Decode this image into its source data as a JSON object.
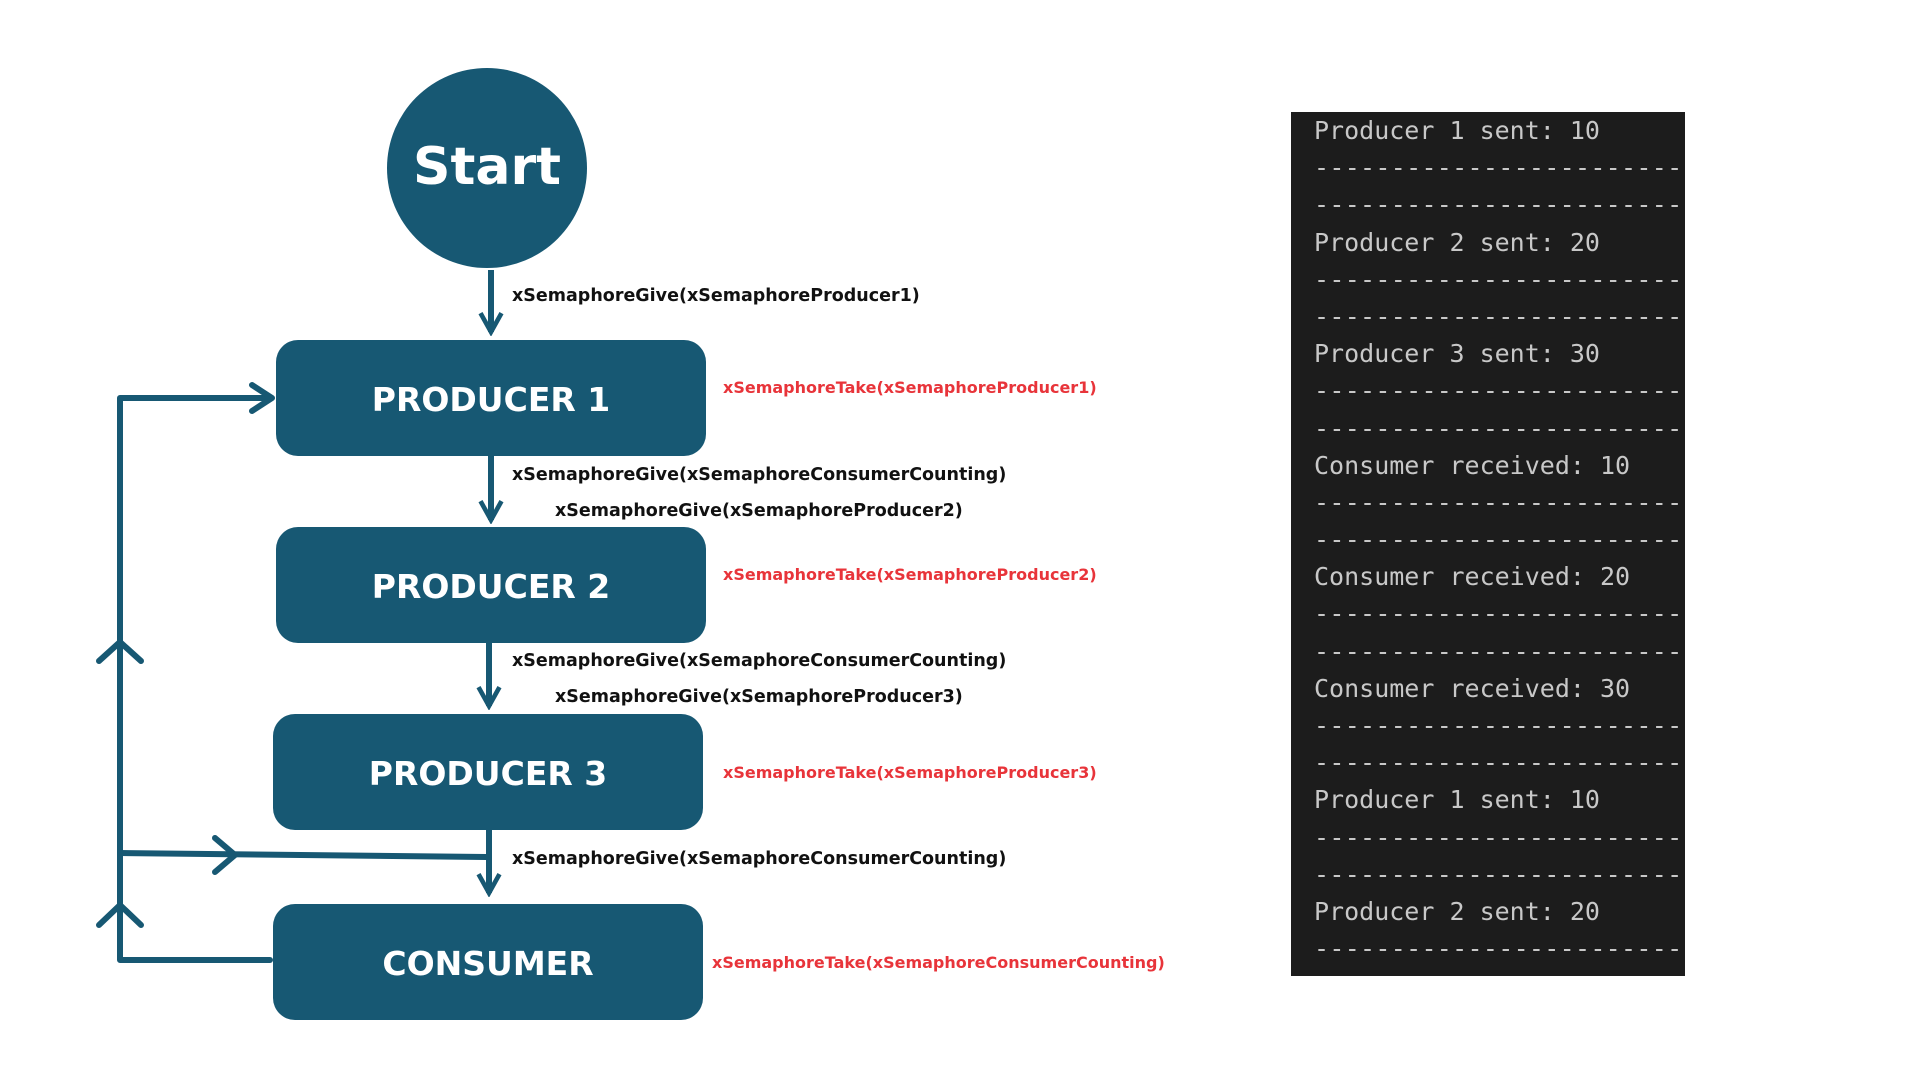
{
  "diagram": {
    "colors": {
      "node_fill": "#175873",
      "connector": "#175873",
      "give_label": "#111111",
      "take_label": "#e8343a"
    },
    "start": {
      "label": "Start"
    },
    "nodes": [
      {
        "id": "producer1",
        "label": "PRODUCER 1",
        "take_label": "xSemaphoreTake(xSemaphoreProducer1)"
      },
      {
        "id": "producer2",
        "label": "PRODUCER 2",
        "take_label": "xSemaphoreTake(xSemaphoreProducer2)"
      },
      {
        "id": "producer3",
        "label": "PRODUCER 3",
        "take_label": "xSemaphoreTake(xSemaphoreProducer3)"
      },
      {
        "id": "consumer",
        "label": "CONSUMER",
        "take_label": "xSemaphoreTake(xSemaphoreConsumerCounting)"
      }
    ],
    "edges": [
      {
        "from": "start",
        "to": "producer1",
        "labels": [
          "xSemaphoreGive(xSemaphoreProducer1)"
        ]
      },
      {
        "from": "producer1",
        "to": "producer2",
        "labels": [
          "xSemaphoreGive(xSemaphoreConsumerCounting)",
          "xSemaphoreGive(xSemaphoreProducer2)"
        ]
      },
      {
        "from": "producer2",
        "to": "producer3",
        "labels": [
          "xSemaphoreGive(xSemaphoreConsumerCounting)",
          "xSemaphoreGive(xSemaphoreProducer3)"
        ]
      },
      {
        "from": "producer3",
        "to": "consumer",
        "labels": [
          "xSemaphoreGive(xSemaphoreConsumerCounting)"
        ]
      },
      {
        "from": "consumer",
        "to": "producer1",
        "labels": []
      }
    ]
  },
  "terminal": {
    "lines": [
      "Producer 1 sent: 10",
      "--------------------------",
      "--------------------------",
      "Producer 2 sent: 20",
      "--------------------------",
      "--------------------------",
      "Producer 3 sent: 30",
      "--------------------------",
      "--------------------------",
      "Consumer received: 10",
      "--------------------------",
      "--------------------------",
      "Consumer received: 20",
      "--------------------------",
      "--------------------------",
      "Consumer received: 30",
      "--------------------------",
      "--------------------------",
      "Producer 1 sent: 10",
      "--------------------------",
      "--------------------------",
      "Producer 2 sent: 20",
      "--------------------------"
    ]
  }
}
